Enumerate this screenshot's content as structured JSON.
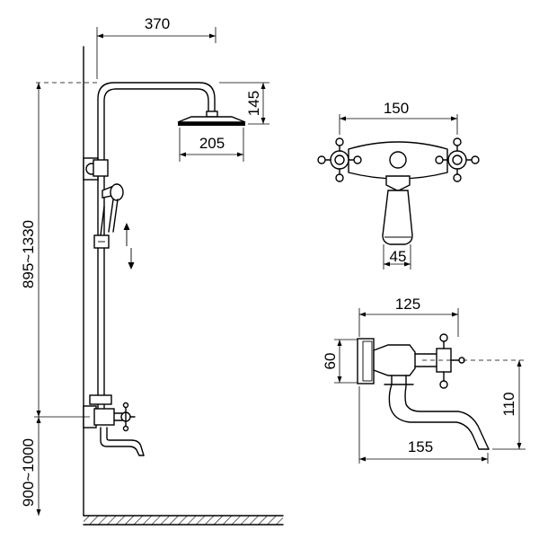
{
  "dimensions": {
    "arm_reach": "370",
    "head_drop": "145",
    "head_diameter": "205",
    "total_height": "895~1330",
    "valve_height": "900~1000",
    "handle_spacing": "150",
    "body_width": "45",
    "spout_body_depth": "125",
    "valve_body_height": "60",
    "spout_drop": "110",
    "spout_length": "155"
  }
}
